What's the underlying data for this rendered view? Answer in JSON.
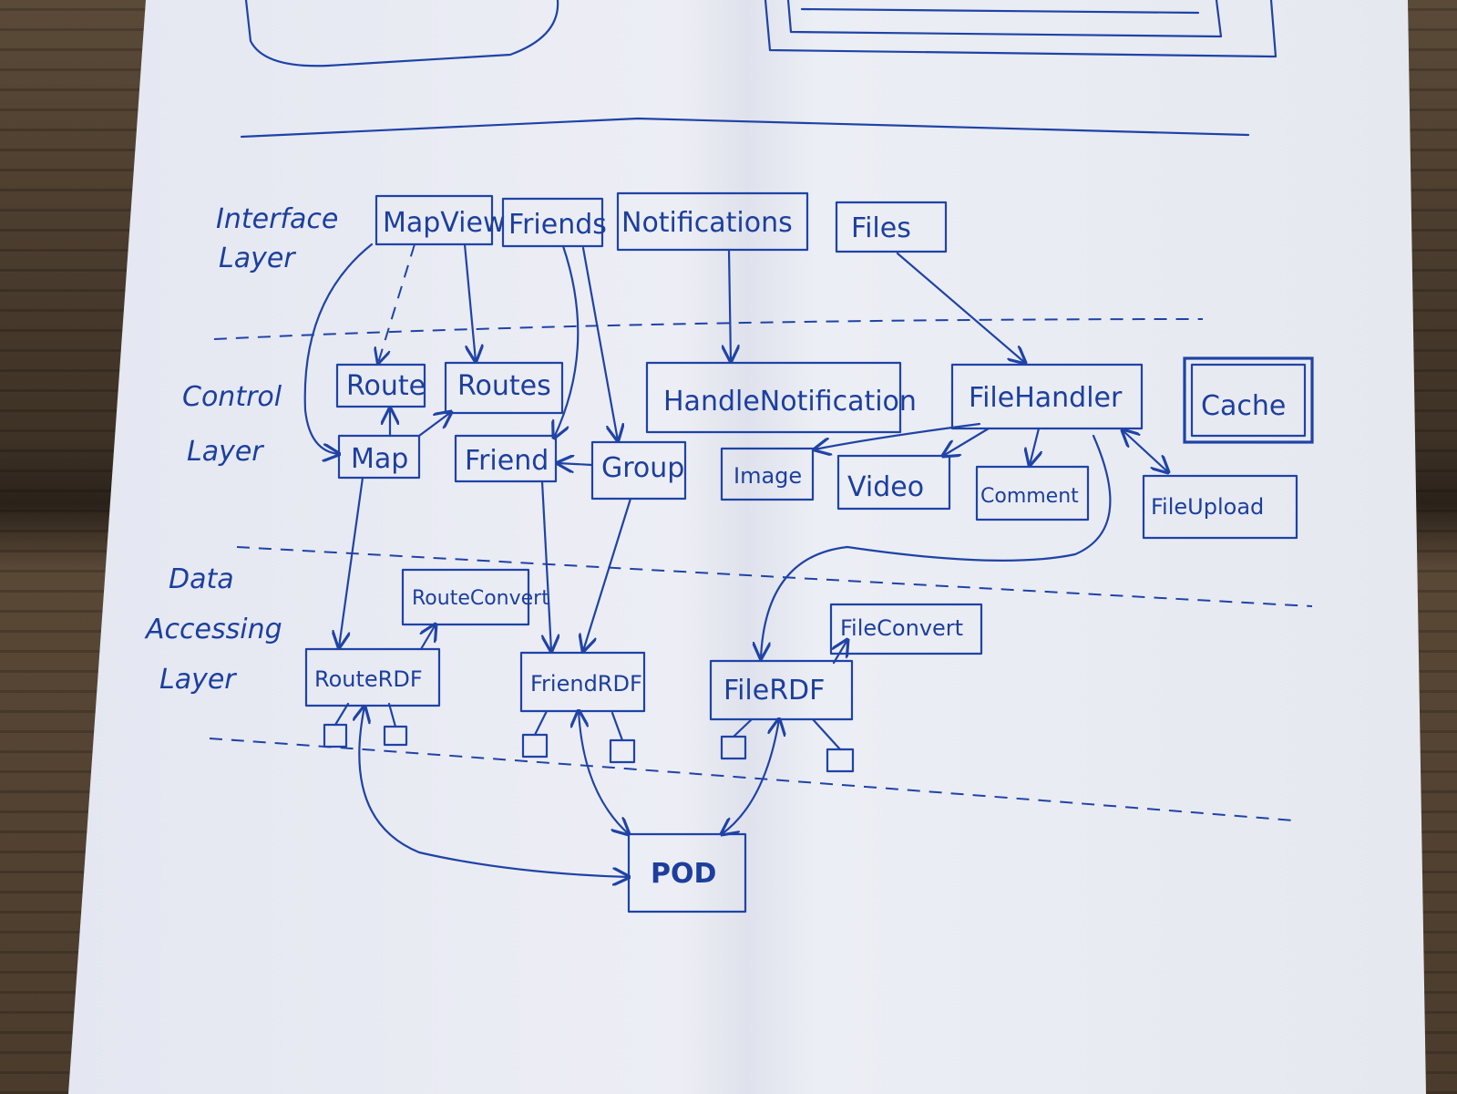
{
  "layers": {
    "interface": [
      "Interface",
      "Layer"
    ],
    "control": [
      "Control",
      "Layer"
    ],
    "data": [
      "Data",
      "Accessing",
      "Layer"
    ]
  },
  "nodes": {
    "mapview": "MapView",
    "friends": "Friends",
    "notifications": "Notifications",
    "files": "Files",
    "route": "Route",
    "routes": "Routes",
    "map": "Map",
    "friend": "Friend",
    "group": "Group",
    "handlenotification": "HandleNotification",
    "filehandler": "FileHandler",
    "cache": "Cache",
    "image": "Image",
    "video": "Video",
    "comment": "Comment",
    "fileupload": "FileUpload",
    "routeconvert": "RouteConvert",
    "fileconvert": "FileConvert",
    "routerdf": "RouteRDF",
    "friendrdf": "FriendRDF",
    "filerdf": "FileRDF",
    "pod": "POD"
  },
  "colors": {
    "ink": "#1f43a6",
    "paper": "#e9ebf3",
    "wood": "#4a3a2c"
  }
}
